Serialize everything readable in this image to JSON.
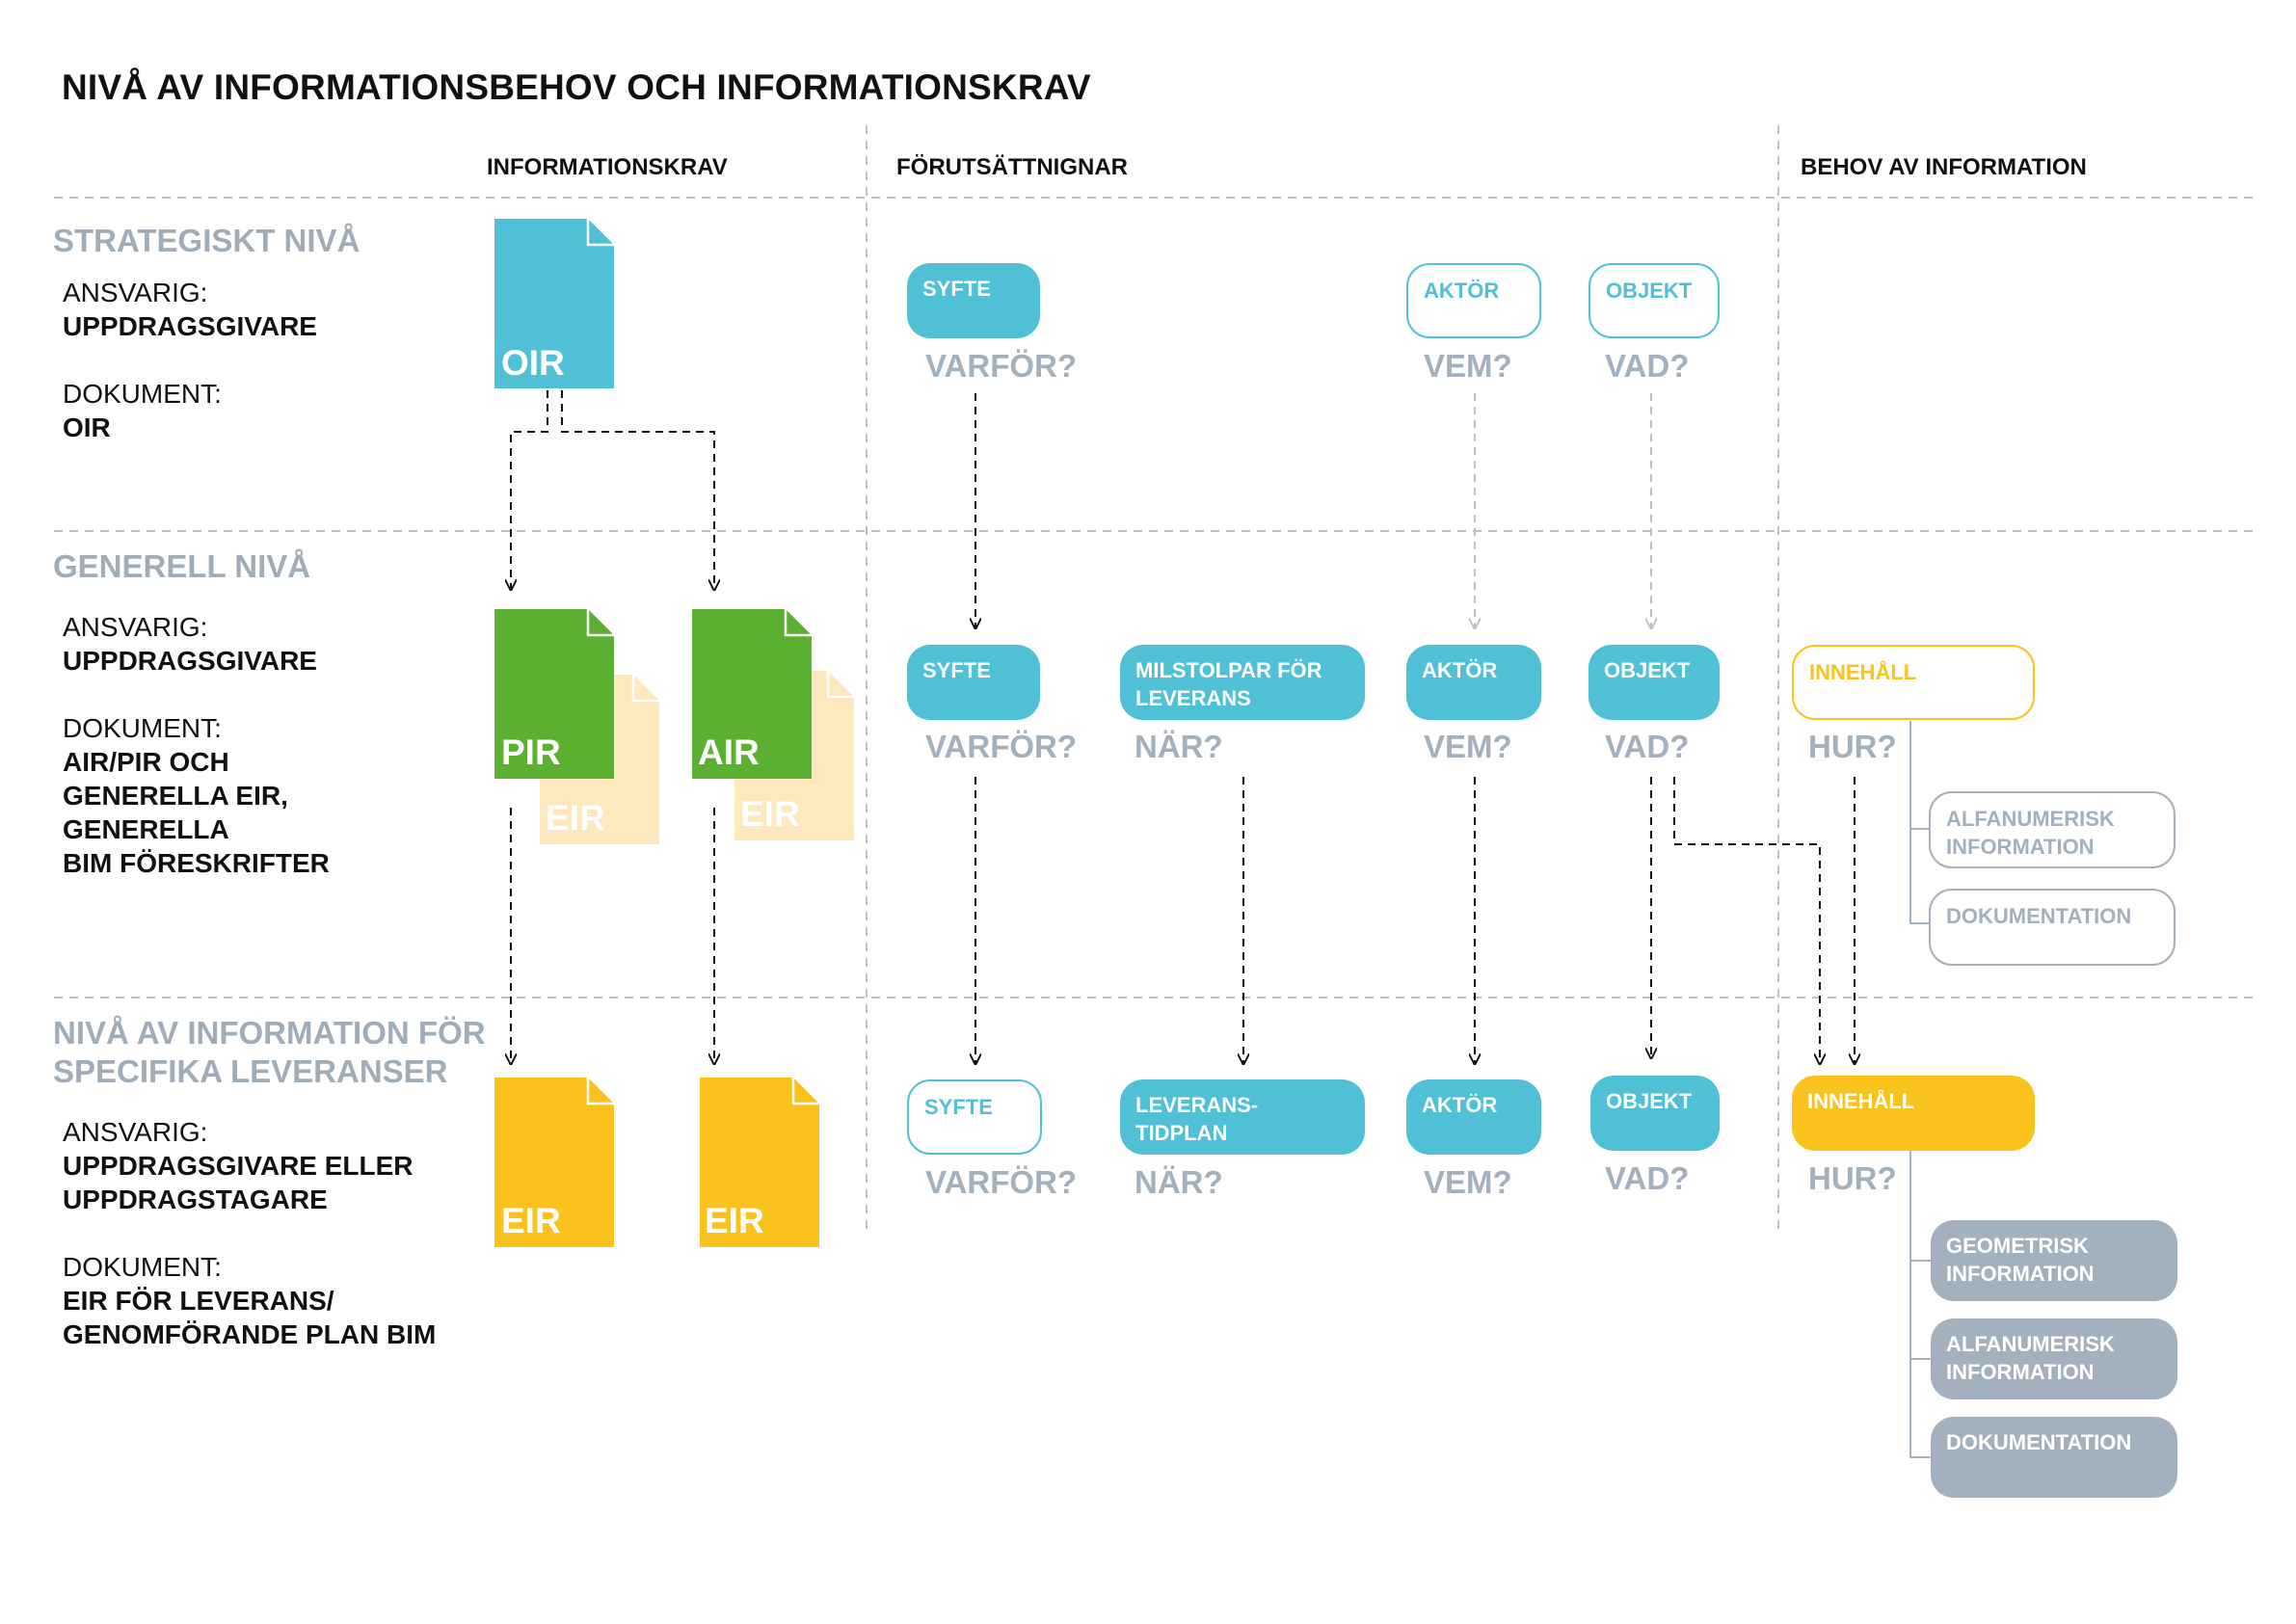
{
  "title": "NIVÅ AV INFORMATIONSBEHOV OCH INFORMATIONSKRAV",
  "columns": {
    "informationskrav": "INFORMATIONSKRAV",
    "forutsattningar": "FÖRUTSÄTTNIGNAR",
    "behov": "BEHOV AV INFORMATION"
  },
  "levels": {
    "strategic": {
      "name": "STRATEGISKT NIVÅ",
      "ansvarig_label": "ANSVARIG:",
      "ansvarig": "UPPDRAGSGIVARE",
      "dokument_label": "DOKUMENT:",
      "dokument": [
        "OIR"
      ]
    },
    "general": {
      "name": "GENERELL NIVÅ",
      "ansvarig_label": "ANSVARIG:",
      "ansvarig": "UPPDRAGSGIVARE",
      "dokument_label": "DOKUMENT:",
      "dokument": [
        "AIR/PIR OCH",
        "GENERELLA EIR,",
        "GENERELLA",
        "BIM FÖRESKRIFTER"
      ]
    },
    "specific": {
      "name_lines": [
        "NIVÅ AV INFORMATION FÖR",
        "SPECIFIKA LEVERANSER"
      ],
      "ansvarig_label": "ANSVARIG:",
      "ansvarig_lines": [
        "UPPDRAGSGIVARE ELLER",
        "UPPDRAGSTAGARE"
      ],
      "dokument_label": "DOKUMENT:",
      "dokument": [
        "EIR FÖR LEVERANS/",
        "GENOMFÖRANDE PLAN BIM"
      ]
    }
  },
  "documents": {
    "oir": "OIR",
    "pir": "PIR",
    "air": "AIR",
    "eir_back_1": "EIR",
    "eir_back_2": "EIR",
    "eir_1": "EIR",
    "eir_2": "EIR"
  },
  "colors": {
    "blue": "#4fc0d6",
    "green": "#5baf31",
    "yellow": "#fac21c",
    "pale_yellow": "#fde9bd",
    "grey": "#a3b0bd"
  },
  "row1": {
    "syfte": "SYFTE",
    "varfor": "VARFÖR?",
    "aktor": "AKTÖR",
    "vem": "VEM?",
    "objekt": "OBJEKT",
    "vad": "VAD?"
  },
  "row2": {
    "syfte": "SYFTE",
    "varfor": "VARFÖR?",
    "milstolpar": [
      "MILSTOLPAR FÖR",
      "LEVERANS"
    ],
    "nar": "NÄR?",
    "aktor": "AKTÖR",
    "vem": "VEM?",
    "objekt": "OBJEKT",
    "vad": "VAD?",
    "innehall": "INNEHÅLL",
    "hur": "HUR?",
    "alfanumerisk": [
      "ALFANUMERISK",
      "INFORMATION"
    ],
    "dokumentation": "DOKUMENTATION"
  },
  "row3": {
    "syfte": "SYFTE",
    "varfor": "VARFÖR?",
    "leverans": [
      "LEVERANS-",
      "TIDPLAN"
    ],
    "nar": "NÄR?",
    "aktor": "AKTÖR",
    "vem": "VEM?",
    "objekt": "OBJEKT",
    "vad": "VAD?",
    "innehall": "INNEHÅLL",
    "hur": "HUR?",
    "geometrisk": [
      "GEOMETRISK",
      "INFORMATION"
    ],
    "alfanumerisk": [
      "ALFANUMERISK",
      "INFORMATION"
    ],
    "dokumentation": "DOKUMENTATION"
  }
}
